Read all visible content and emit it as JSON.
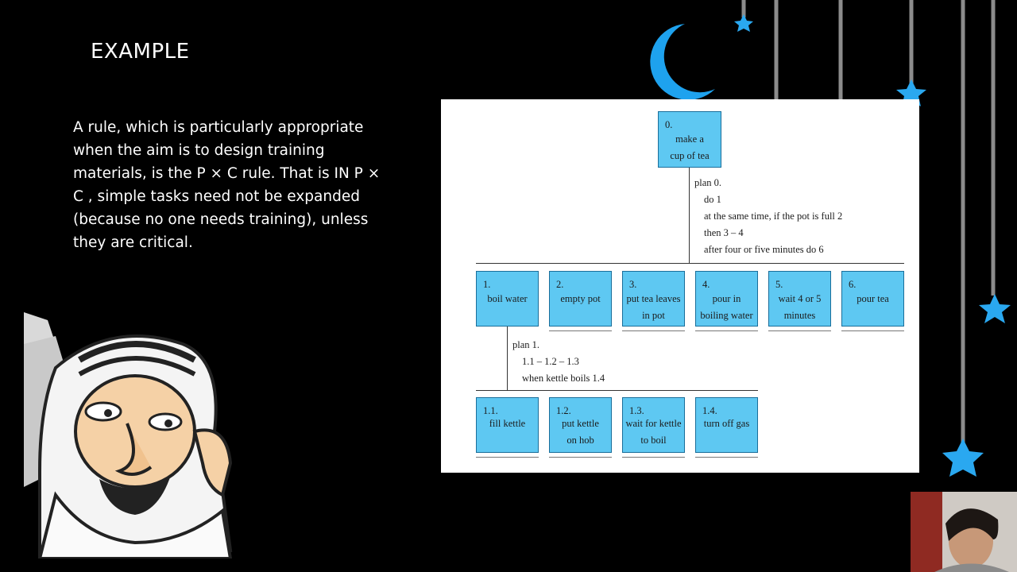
{
  "slide": {
    "title": "EXAMPLE",
    "body": "A rule, which is particularly appropriate when the aim is to design training materials, is the P × C rule. That is IN P × C , simple tasks need not be expanded (because no one needs training), unless they are critical."
  },
  "diagram": {
    "root": {
      "num": "0.",
      "label_1": "make a",
      "label_2": "cup of tea"
    },
    "plan0": {
      "title": "plan 0.",
      "lines": [
        "do 1",
        "at the same time, if the pot is full 2",
        "then 3 – 4",
        "after four or five minutes do 6"
      ]
    },
    "level1": [
      {
        "num": "1.",
        "label_1": "boil water",
        "label_2": ""
      },
      {
        "num": "2.",
        "label_1": "empty pot",
        "label_2": ""
      },
      {
        "num": "3.",
        "label_1": "put tea leaves",
        "label_2": "in pot"
      },
      {
        "num": "4.",
        "label_1": "pour in",
        "label_2": "boiling water"
      },
      {
        "num": "5.",
        "label_1": "wait 4 or 5",
        "label_2": "minutes"
      },
      {
        "num": "6.",
        "label_1": "pour tea",
        "label_2": ""
      }
    ],
    "plan1": {
      "title": "plan 1.",
      "lines": [
        "1.1 – 1.2 – 1.3",
        "when kettle boils 1.4"
      ]
    },
    "level2": [
      {
        "num": "1.1.",
        "label_1": "fill kettle",
        "label_2": ""
      },
      {
        "num": "1.2.",
        "label_1": "put kettle",
        "label_2": "on hob"
      },
      {
        "num": "1.3.",
        "label_1": "wait for kettle",
        "label_2": "to boil"
      },
      {
        "num": "1.4.",
        "label_1": "turn off gas",
        "label_2": ""
      }
    ]
  },
  "colors": {
    "box": "#5ec8f2",
    "star": "#2aa8f0",
    "moon": "#1ea2ee"
  }
}
